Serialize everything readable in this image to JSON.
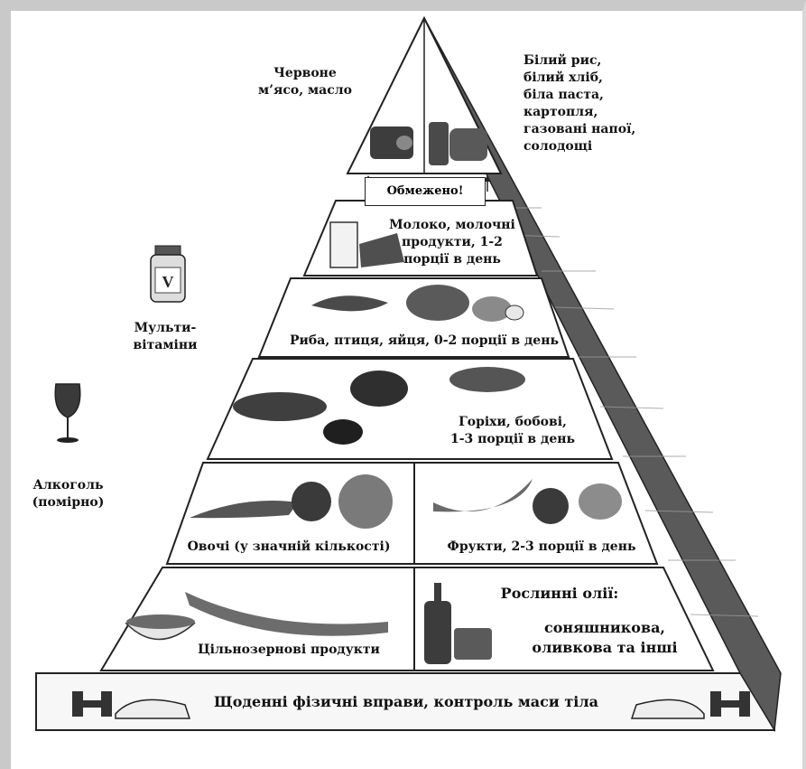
{
  "labels": {
    "red_meat": "Червоне\nм’ясо, масло",
    "refined": "Білий рис,\nбілий хліб,\nбіла паста,\nкартопля,\nгазовані напої,\nсолодощі",
    "limited": "Обмежено!",
    "dairy": "Молоко, молочні\nпродукти, 1-2\nпорції в день",
    "fish": "Риба, птиця, яйця, 0-2 порції в день",
    "nuts": "Горіхи, бобові,\n1-3 порції в день",
    "vegetables": "Овочі (у значній кількості)",
    "fruits": "Фрукти, 2-3 порції в день",
    "oils_title": "Рослинні олії:",
    "oils": "соняшникова,\nоливкова та інші",
    "grains": "Цільнозернові продукти",
    "exercise": "Щоденні фізичні вправи, контроль маси тіла",
    "vitamins": "Мульти-\nвітаміни",
    "vitamin_bottle_letter": "V",
    "alcohol": "Алкоголь\n(помірно)"
  },
  "icons": [
    "vitamin-bottle-icon",
    "wine-glass-icon",
    "dumbbell-left-icon",
    "dumbbell-right-icon",
    "sneaker-left-icon",
    "sneaker-right-icon"
  ]
}
